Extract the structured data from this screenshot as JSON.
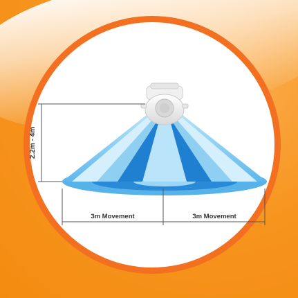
{
  "diagram": {
    "height_label": "2.2m - 4m",
    "range_left_label": "3m Movement",
    "range_right_label": "3m Movement"
  },
  "colors": {
    "background": "#f7941d",
    "ring": "#f2701f",
    "cone_light": "#8fd0f2",
    "cone_mid": "#4aaee8",
    "cone_dark": "#1f7fd0"
  }
}
